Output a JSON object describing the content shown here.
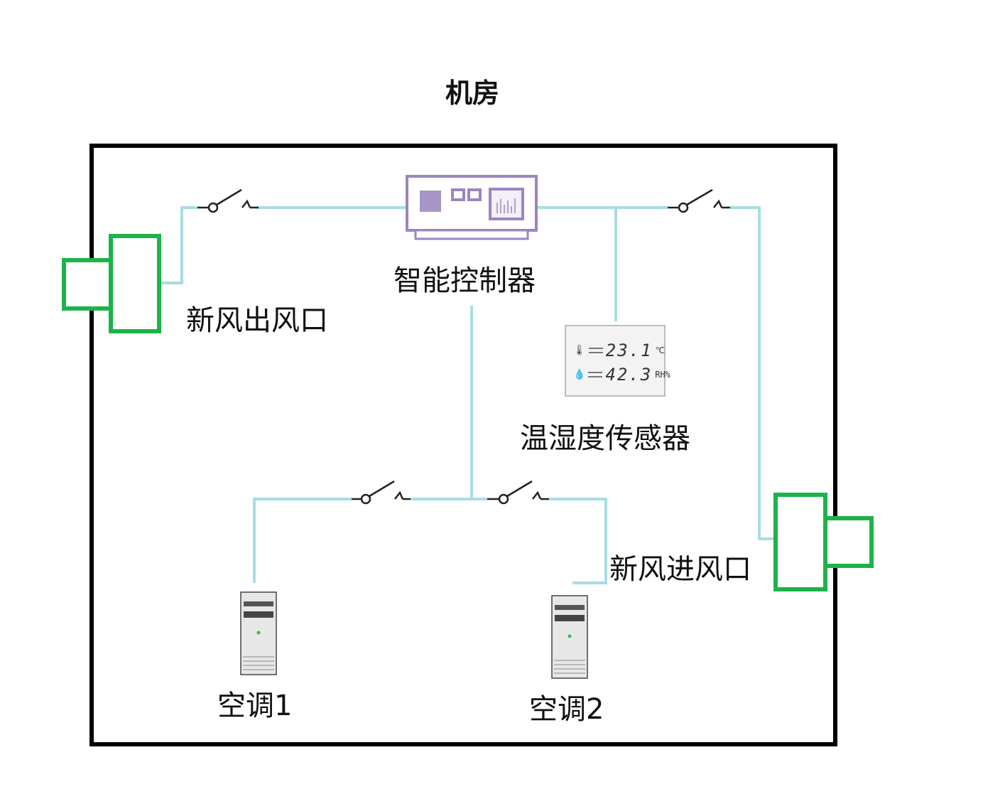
{
  "diagram": {
    "title": "机房",
    "controller_label": "智能控制器",
    "sensor_label": "温湿度传感器",
    "outlet_label": "新风出风口",
    "inlet_label": "新风进风口",
    "ac1_label": "空调1",
    "ac2_label": "空调2",
    "sensor_display": {
      "temperature": "23.1",
      "temperature_unit": "℃",
      "humidity": "42.3",
      "humidity_unit": "RH%"
    }
  },
  "colors": {
    "wire": "#a8dce6",
    "vent": "#1db34a",
    "controller": "#9a86c0",
    "border": "#000000"
  },
  "icons": [
    "switch-icon",
    "controller-icon",
    "thermometer-icon",
    "droplet-icon",
    "server-tower-icon",
    "vent-icon"
  ]
}
